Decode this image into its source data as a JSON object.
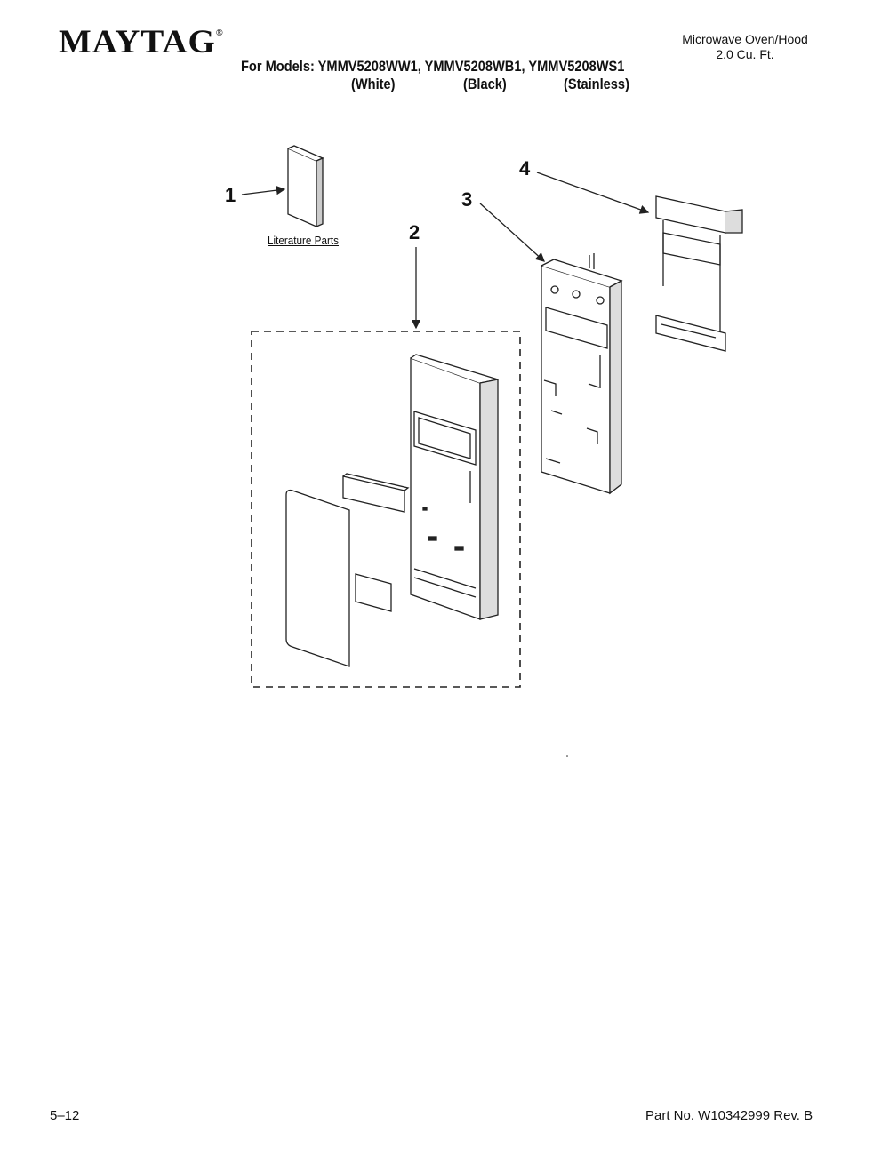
{
  "header": {
    "brand": "MAYTAG",
    "brand_mark": "®",
    "product_line_1": "Microwave Oven/Hood",
    "product_line_2": "2.0 Cu. Ft.",
    "models_label": "For Models: YMMV5208WW1, YMMV5208WB1, YMMV5208WS1",
    "variants": [
      "(White)",
      "(Black)",
      "(Stainless)"
    ]
  },
  "diagram": {
    "callouts": [
      "1",
      "2",
      "3",
      "4"
    ],
    "literature_label": "Literature Parts"
  },
  "footer": {
    "page_number": "5–12",
    "part_number": "Part No. W10342999 Rev. B"
  }
}
